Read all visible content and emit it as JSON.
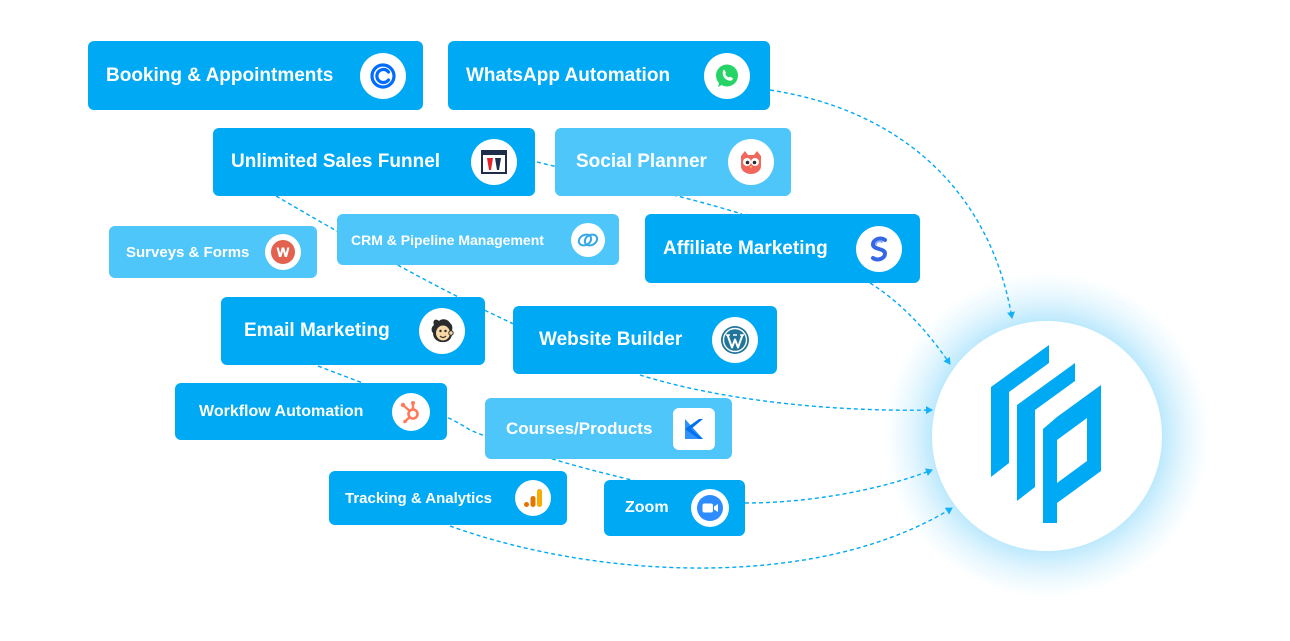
{
  "colors": {
    "card_primary": "#00a9f4",
    "card_light": "#4fc6f9",
    "connector": "#00a9f4",
    "hub_logo": "#00a9f4"
  },
  "cards": [
    {
      "key": "booking",
      "label": "Booking & Appointments",
      "icon": "calendly-icon"
    },
    {
      "key": "whatsapp",
      "label": "WhatsApp Automation",
      "icon": "whatsapp-icon"
    },
    {
      "key": "sales-funnel",
      "label": "Unlimited Sales Funnel",
      "icon": "clickfunnels-icon"
    },
    {
      "key": "social",
      "label": "Social Planner",
      "icon": "hootsuite-owl-icon"
    },
    {
      "key": "surveys",
      "label": "Surveys & Forms",
      "icon": "wufoo-icon"
    },
    {
      "key": "crm",
      "label": "CRM & Pipeline Management",
      "icon": "interlocking-rings-icon"
    },
    {
      "key": "affiliate",
      "label": "Affiliate Marketing",
      "icon": "affiliate-s-icon"
    },
    {
      "key": "email",
      "label": "Email Marketing",
      "icon": "mailchimp-icon"
    },
    {
      "key": "website",
      "label": "Website Builder",
      "icon": "wordpress-icon"
    },
    {
      "key": "workflow",
      "label": "Workflow Automation",
      "icon": "hubspot-icon"
    },
    {
      "key": "courses",
      "label": "Courses/Products",
      "icon": "kajabi-icon"
    },
    {
      "key": "tracking",
      "label": "Tracking & Analytics",
      "icon": "google-analytics-icon"
    },
    {
      "key": "zoom",
      "label": "Zoom",
      "icon": "zoom-camera-icon"
    }
  ],
  "hub": {
    "icon": "platform-logo-icon"
  }
}
